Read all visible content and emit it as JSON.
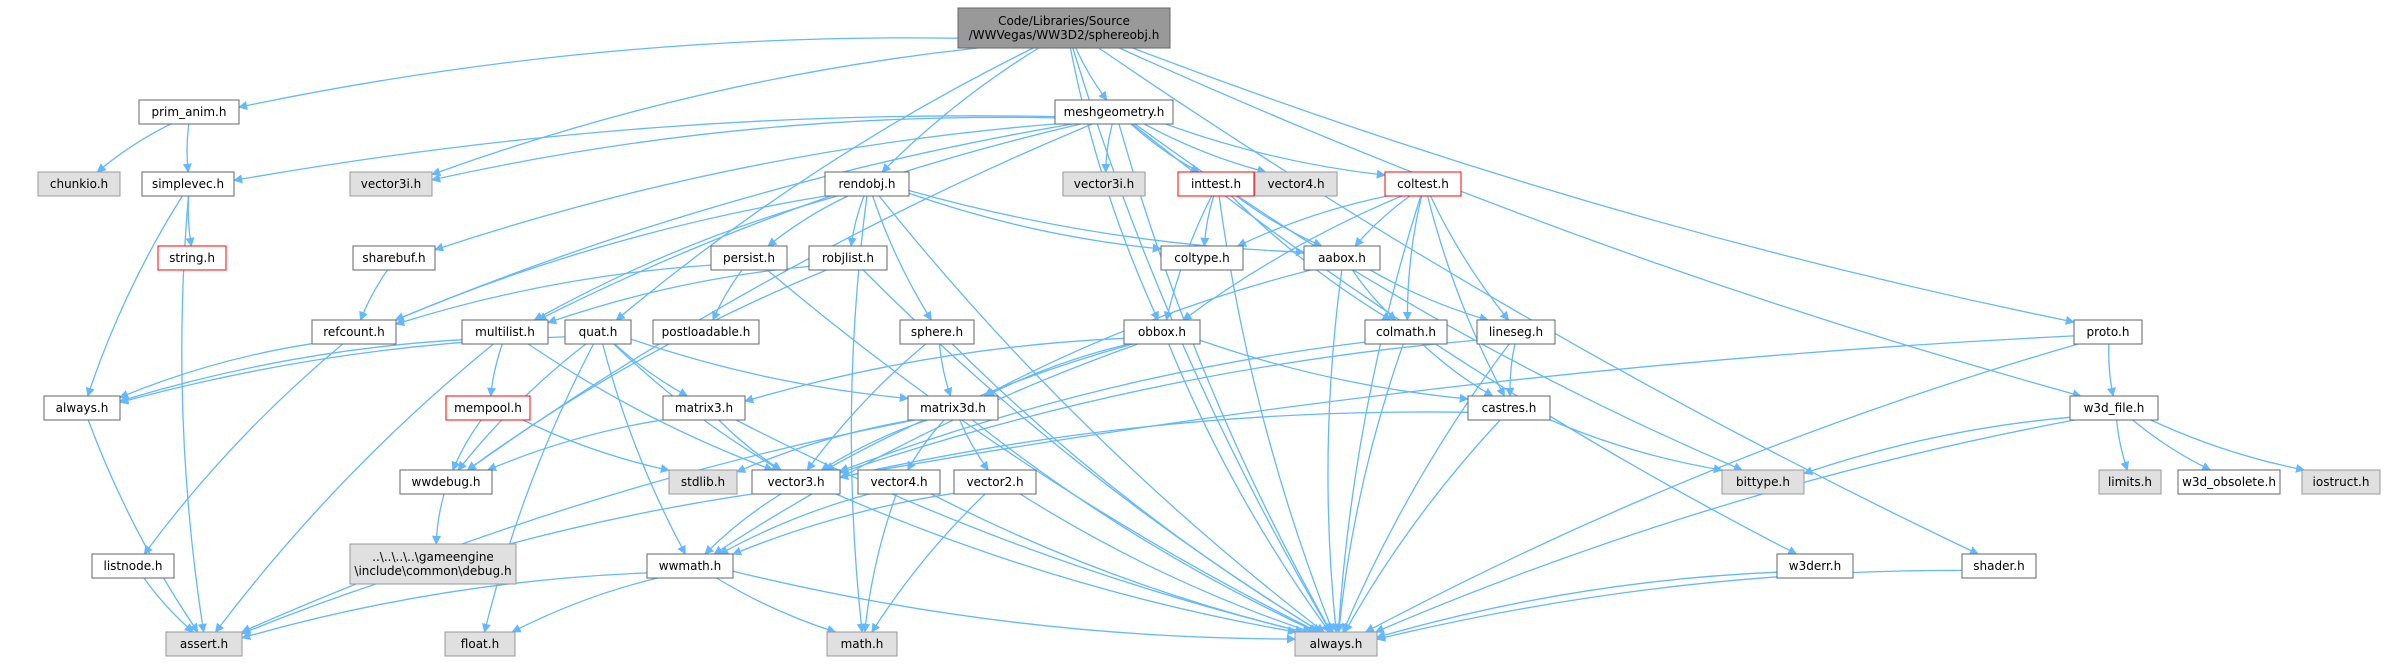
{
  "colors": {
    "edge": "#63b8ff",
    "root_fill": "#999999",
    "root_border": "#666666",
    "file_fill": "#ffffff",
    "file_border": "#666666",
    "external_fill": "#e0e0e0",
    "external_border": "#999999",
    "highlight_border": "#ff0000"
  },
  "nodes": [
    {
      "id": "root",
      "lines": [
        "Code/Libraries/Source",
        "/WWVegas/WW3D2/sphereobj.h"
      ],
      "kind": "root"
    },
    {
      "id": "prim_anim",
      "lines": [
        "prim_anim.h"
      ],
      "kind": "file"
    },
    {
      "id": "meshgeometry",
      "lines": [
        "meshgeometry.h"
      ],
      "kind": "file"
    },
    {
      "id": "chunkio",
      "lines": [
        "chunkio.h"
      ],
      "kind": "external"
    },
    {
      "id": "vector3i_a",
      "lines": [
        "vector3i.h"
      ],
      "kind": "external"
    },
    {
      "id": "vector3i_b",
      "lines": [
        "vector3i.h"
      ],
      "kind": "external"
    },
    {
      "id": "vector4_ext",
      "lines": [
        "vector4.h"
      ],
      "kind": "external"
    },
    {
      "id": "simplevec",
      "lines": [
        "simplevec.h"
      ],
      "kind": "file"
    },
    {
      "id": "rendobj",
      "lines": [
        "rendobj.h"
      ],
      "kind": "file"
    },
    {
      "id": "inttest",
      "lines": [
        "inttest.h"
      ],
      "kind": "highlight"
    },
    {
      "id": "coltest",
      "lines": [
        "coltest.h"
      ],
      "kind": "highlight"
    },
    {
      "id": "string",
      "lines": [
        "string.h"
      ],
      "kind": "highlight"
    },
    {
      "id": "sharebuf",
      "lines": [
        "sharebuf.h"
      ],
      "kind": "file"
    },
    {
      "id": "persist",
      "lines": [
        "persist.h"
      ],
      "kind": "file"
    },
    {
      "id": "robjlist",
      "lines": [
        "robjlist.h"
      ],
      "kind": "file"
    },
    {
      "id": "coltype",
      "lines": [
        "coltype.h"
      ],
      "kind": "file"
    },
    {
      "id": "aabox",
      "lines": [
        "aabox.h"
      ],
      "kind": "file"
    },
    {
      "id": "refcount",
      "lines": [
        "refcount.h"
      ],
      "kind": "file"
    },
    {
      "id": "postloadable",
      "lines": [
        "postloadable.h"
      ],
      "kind": "file"
    },
    {
      "id": "multilist",
      "lines": [
        "multilist.h"
      ],
      "kind": "file"
    },
    {
      "id": "quat",
      "lines": [
        "quat.h"
      ],
      "kind": "file"
    },
    {
      "id": "sphere",
      "lines": [
        "sphere.h"
      ],
      "kind": "file"
    },
    {
      "id": "obbox",
      "lines": [
        "obbox.h"
      ],
      "kind": "file"
    },
    {
      "id": "colmath",
      "lines": [
        "colmath.h"
      ],
      "kind": "file"
    },
    {
      "id": "lineseg",
      "lines": [
        "lineseg.h"
      ],
      "kind": "file"
    },
    {
      "id": "proto",
      "lines": [
        "proto.h"
      ],
      "kind": "file"
    },
    {
      "id": "always_sm",
      "lines": [
        "always.h"
      ],
      "kind": "file"
    },
    {
      "id": "mempool",
      "lines": [
        "mempool.h"
      ],
      "kind": "highlight"
    },
    {
      "id": "matrix3",
      "lines": [
        "matrix3.h"
      ],
      "kind": "file"
    },
    {
      "id": "matrix3d",
      "lines": [
        "matrix3d.h"
      ],
      "kind": "file"
    },
    {
      "id": "castres",
      "lines": [
        "castres.h"
      ],
      "kind": "file"
    },
    {
      "id": "w3d_file",
      "lines": [
        "w3d_file.h"
      ],
      "kind": "file"
    },
    {
      "id": "wwdebug",
      "lines": [
        "wwdebug.h"
      ],
      "kind": "file"
    },
    {
      "id": "stdlib",
      "lines": [
        "stdlib.h"
      ],
      "kind": "external"
    },
    {
      "id": "vector3",
      "lines": [
        "vector3.h"
      ],
      "kind": "file"
    },
    {
      "id": "vector4",
      "lines": [
        "vector4.h"
      ],
      "kind": "file"
    },
    {
      "id": "vector2",
      "lines": [
        "vector2.h"
      ],
      "kind": "file"
    },
    {
      "id": "bittype",
      "lines": [
        "bittype.h"
      ],
      "kind": "external"
    },
    {
      "id": "limits",
      "lines": [
        "limits.h"
      ],
      "kind": "external"
    },
    {
      "id": "w3d_obsolete",
      "lines": [
        "w3d_obsolete.h"
      ],
      "kind": "file"
    },
    {
      "id": "iostruct",
      "lines": [
        "iostruct.h"
      ],
      "kind": "external"
    },
    {
      "id": "debug",
      "lines": [
        "..\\..\\..\\..\\gameengine",
        "\\include\\common\\debug.h"
      ],
      "kind": "external"
    },
    {
      "id": "listnode",
      "lines": [
        "listnode.h"
      ],
      "kind": "file"
    },
    {
      "id": "wwmath",
      "lines": [
        "wwmath.h"
      ],
      "kind": "file"
    },
    {
      "id": "w3derr",
      "lines": [
        "w3derr.h"
      ],
      "kind": "file"
    },
    {
      "id": "shader",
      "lines": [
        "shader.h"
      ],
      "kind": "file"
    },
    {
      "id": "assert",
      "lines": [
        "assert.h"
      ],
      "kind": "external"
    },
    {
      "id": "float",
      "lines": [
        "float.h"
      ],
      "kind": "external"
    },
    {
      "id": "math",
      "lines": [
        "math.h"
      ],
      "kind": "external"
    },
    {
      "id": "always_big",
      "lines": [
        "always.h"
      ],
      "kind": "external"
    }
  ],
  "edges": [
    [
      "root",
      "prim_anim"
    ],
    [
      "root",
      "meshgeometry"
    ],
    [
      "root",
      "vector3i_a"
    ],
    [
      "root",
      "rendobj"
    ],
    [
      "root",
      "quat"
    ],
    [
      "root",
      "obbox"
    ],
    [
      "root",
      "shader"
    ],
    [
      "root",
      "w3d_file"
    ],
    [
      "root",
      "proto"
    ],
    [
      "root",
      "always_big"
    ],
    [
      "prim_anim",
      "chunkio"
    ],
    [
      "prim_anim",
      "simplevec"
    ],
    [
      "meshgeometry",
      "simplevec"
    ],
    [
      "meshgeometry",
      "vector3i_a"
    ],
    [
      "meshgeometry",
      "vector3i_b"
    ],
    [
      "meshgeometry",
      "vector4_ext"
    ],
    [
      "meshgeometry",
      "sharebuf"
    ],
    [
      "meshgeometry",
      "inttest"
    ],
    [
      "meshgeometry",
      "coltest"
    ],
    [
      "meshgeometry",
      "refcount"
    ],
    [
      "meshgeometry",
      "multilist"
    ],
    [
      "meshgeometry",
      "wwdebug"
    ],
    [
      "meshgeometry",
      "bittype"
    ],
    [
      "meshgeometry",
      "w3derr"
    ],
    [
      "meshgeometry",
      "always_big"
    ],
    [
      "simplevec",
      "string"
    ],
    [
      "simplevec",
      "always_sm"
    ],
    [
      "simplevec",
      "assert"
    ],
    [
      "rendobj",
      "refcount"
    ],
    [
      "rendobj",
      "multilist"
    ],
    [
      "rendobj",
      "persist"
    ],
    [
      "rendobj",
      "robjlist"
    ],
    [
      "rendobj",
      "sphere"
    ],
    [
      "rendobj",
      "coltype"
    ],
    [
      "rendobj",
      "aabox"
    ],
    [
      "rendobj",
      "always_big"
    ],
    [
      "rendobj",
      "math"
    ],
    [
      "inttest",
      "coltype"
    ],
    [
      "inttest",
      "aabox"
    ],
    [
      "inttest",
      "obbox"
    ],
    [
      "inttest",
      "colmath"
    ],
    [
      "inttest",
      "always_big"
    ],
    [
      "coltest",
      "coltype"
    ],
    [
      "coltest",
      "aabox"
    ],
    [
      "coltest",
      "obbox"
    ],
    [
      "coltest",
      "colmath"
    ],
    [
      "coltest",
      "lineseg"
    ],
    [
      "coltest",
      "castres"
    ],
    [
      "coltest",
      "always_big"
    ],
    [
      "sharebuf",
      "refcount"
    ],
    [
      "persist",
      "refcount"
    ],
    [
      "persist",
      "postloadable"
    ],
    [
      "persist",
      "always_big"
    ],
    [
      "robjlist",
      "multilist"
    ],
    [
      "robjlist",
      "wwdebug"
    ],
    [
      "robjlist",
      "always_big"
    ],
    [
      "aabox",
      "matrix3d"
    ],
    [
      "aabox",
      "colmath"
    ],
    [
      "aabox",
      "lineseg"
    ],
    [
      "aabox",
      "always_big"
    ],
    [
      "refcount",
      "always_sm"
    ],
    [
      "refcount",
      "listnode"
    ],
    [
      "multilist",
      "always_sm"
    ],
    [
      "multilist",
      "mempool"
    ],
    [
      "multilist",
      "vector3"
    ],
    [
      "multilist",
      "assert"
    ],
    [
      "quat",
      "always_sm"
    ],
    [
      "quat",
      "matrix3"
    ],
    [
      "quat",
      "matrix3d"
    ],
    [
      "quat",
      "vector3"
    ],
    [
      "quat",
      "wwdebug"
    ],
    [
      "quat",
      "wwmath"
    ],
    [
      "quat",
      "float"
    ],
    [
      "sphere",
      "matrix3d"
    ],
    [
      "sphere",
      "vector3"
    ],
    [
      "sphere",
      "always_big"
    ],
    [
      "obbox",
      "matrix3"
    ],
    [
      "obbox",
      "matrix3d"
    ],
    [
      "obbox",
      "vector3"
    ],
    [
      "obbox",
      "castres"
    ],
    [
      "obbox",
      "wwmath"
    ],
    [
      "obbox",
      "always_big"
    ],
    [
      "colmath",
      "vector3"
    ],
    [
      "colmath",
      "castres"
    ],
    [
      "colmath",
      "always_big"
    ],
    [
      "lineseg",
      "vector3"
    ],
    [
      "lineseg",
      "castres"
    ],
    [
      "lineseg",
      "always_big"
    ],
    [
      "proto",
      "w3d_file"
    ],
    [
      "proto",
      "vector3"
    ],
    [
      "proto",
      "always_big"
    ],
    [
      "always_sm",
      "assert"
    ],
    [
      "mempool",
      "wwdebug"
    ],
    [
      "mempool",
      "stdlib"
    ],
    [
      "matrix3",
      "wwdebug"
    ],
    [
      "matrix3",
      "vector3"
    ],
    [
      "matrix3",
      "always_big"
    ],
    [
      "matrix3d",
      "vector3"
    ],
    [
      "matrix3d",
      "vector4"
    ],
    [
      "matrix3d",
      "vector2"
    ],
    [
      "matrix3d",
      "stdlib"
    ],
    [
      "matrix3d",
      "assert"
    ],
    [
      "matrix3d",
      "always_big"
    ],
    [
      "castres",
      "vector3"
    ],
    [
      "castres",
      "bittype"
    ],
    [
      "castres",
      "always_big"
    ],
    [
      "w3d_file",
      "bittype"
    ],
    [
      "w3d_file",
      "limits"
    ],
    [
      "w3d_file",
      "w3d_obsolete"
    ],
    [
      "w3d_file",
      "iostruct"
    ],
    [
      "w3d_file",
      "always_big"
    ],
    [
      "wwdebug",
      "debug"
    ],
    [
      "vector3",
      "wwmath"
    ],
    [
      "vector3",
      "assert"
    ],
    [
      "vector3",
      "always_big"
    ],
    [
      "vector4",
      "wwmath"
    ],
    [
      "vector4",
      "math"
    ],
    [
      "vector4",
      "always_big"
    ],
    [
      "vector2",
      "wwmath"
    ],
    [
      "vector2",
      "math"
    ],
    [
      "vector2",
      "always_big"
    ],
    [
      "listnode",
      "assert"
    ],
    [
      "wwmath",
      "assert"
    ],
    [
      "wwmath",
      "float"
    ],
    [
      "wwmath",
      "math"
    ],
    [
      "wwmath",
      "always_big"
    ],
    [
      "w3derr",
      "always_big"
    ],
    [
      "shader",
      "always_big"
    ]
  ]
}
